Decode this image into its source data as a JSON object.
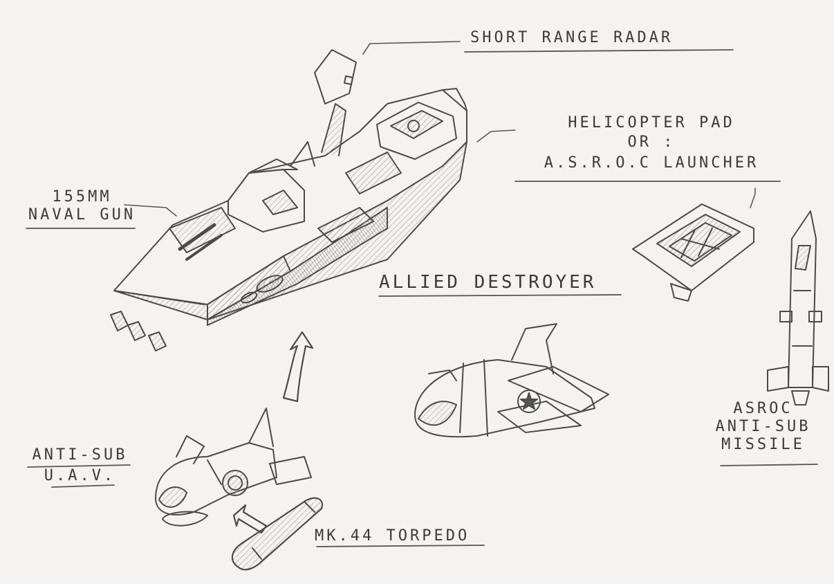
{
  "sheet": {
    "title": "ALLIED DESTROYER",
    "stroke_color": "#3a3a3a",
    "paper_color": "#f4f3f1"
  },
  "labels": {
    "radar": "SHORT RANGE RADAR",
    "heli_line1": "HELICOPTER PAD",
    "heli_line2": "OR :",
    "heli_line3": "A.S.R.O.C LAUNCHER",
    "gun_line1": "155MM",
    "gun_line2": "NAVAL GUN",
    "uav_line1": "ANTI-SUB",
    "uav_line2": "U.A.V.",
    "torpedo": "MK.44 TORPEDO",
    "missile_line1": "ASROC",
    "missile_line2": "ANTI-SUB",
    "missile_line3": "MISSILE"
  }
}
